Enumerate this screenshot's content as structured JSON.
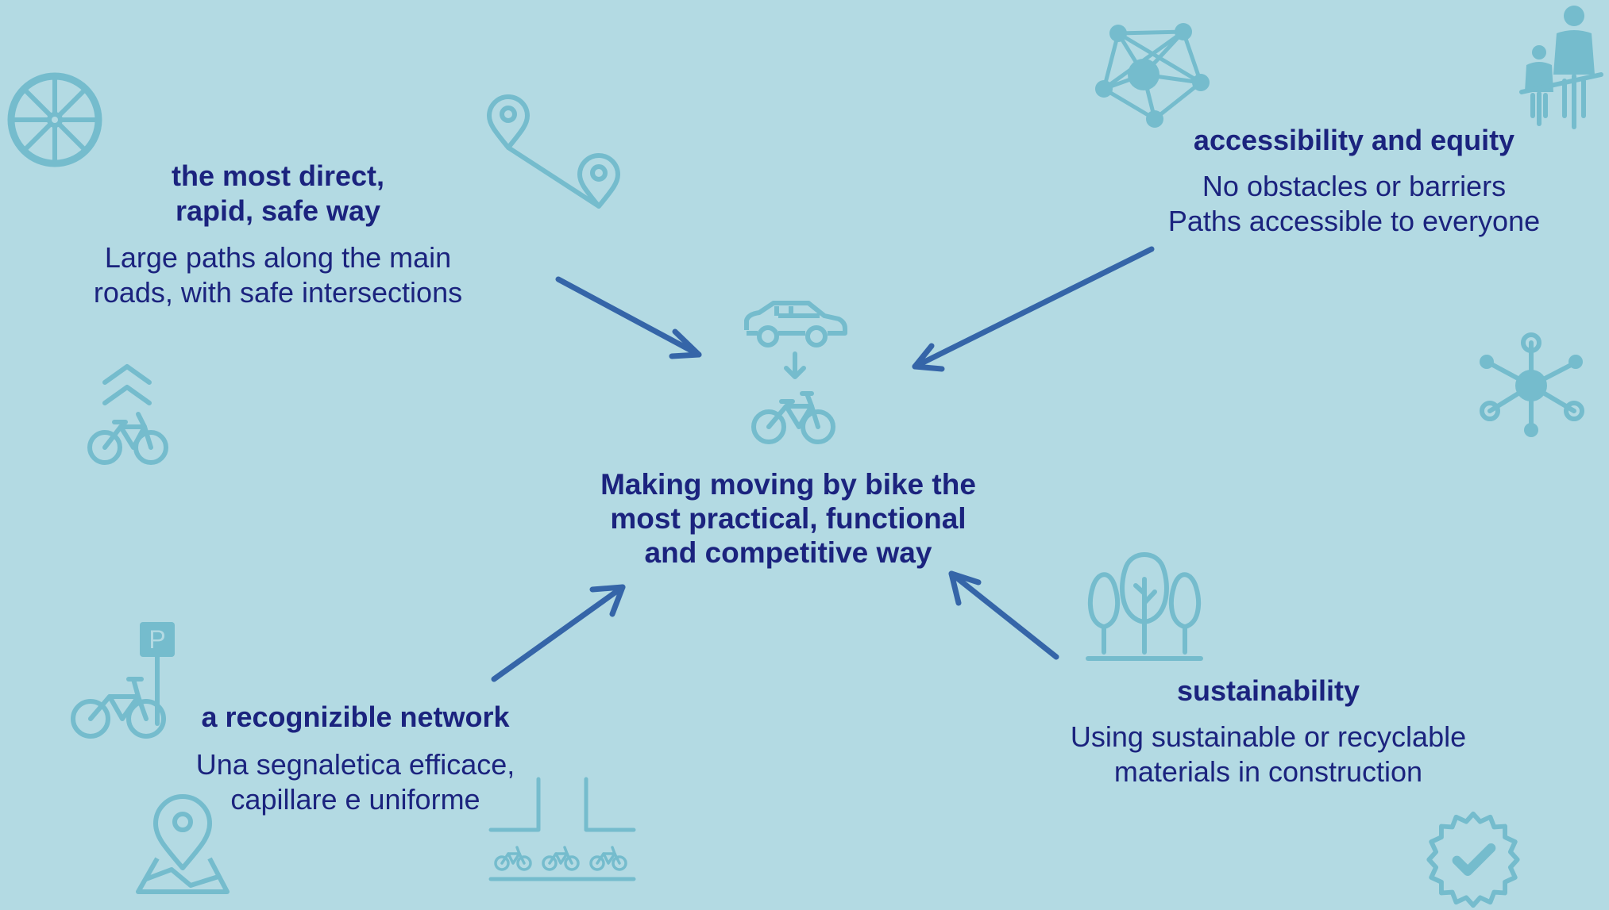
{
  "colors": {
    "background": "#b3dae3",
    "text": "#1b237e",
    "arrow": "#3565a8",
    "icon": "#75bccd"
  },
  "center": {
    "lines": [
      "Making moving by bike the",
      "most practical, functional",
      "and competitive way"
    ],
    "icons": [
      "car-icon",
      "arrow-down-icon",
      "bicycle-icon"
    ]
  },
  "nodes": {
    "direct": {
      "title_lines": [
        "the most direct,",
        "rapid, safe way"
      ],
      "desc_lines": [
        "Large paths along the main",
        "roads, with safe intersections"
      ]
    },
    "accessibility": {
      "title_lines": [
        "accessibility and equity"
      ],
      "desc_lines": [
        "No obstacles or barriers",
        "Paths accessible to everyone"
      ]
    },
    "network": {
      "title_lines": [
        "a recognizible network"
      ],
      "desc_lines": [
        "Una segnaletica efficace,",
        "capillare e uniforme"
      ]
    },
    "sustainability": {
      "title_lines": [
        "sustainability"
      ],
      "desc_lines": [
        "Using sustainable or recyclable",
        "materials in construction"
      ]
    }
  },
  "decorative_icons": [
    "wheel-icon",
    "route-pins-icon",
    "network-graph-icon",
    "family-cycling-icon",
    "speed-bike-icon",
    "hub-icon",
    "bike-parking-icon",
    "trees-icon",
    "map-pin-icon",
    "bike-rack-icon",
    "verified-badge-icon"
  ]
}
